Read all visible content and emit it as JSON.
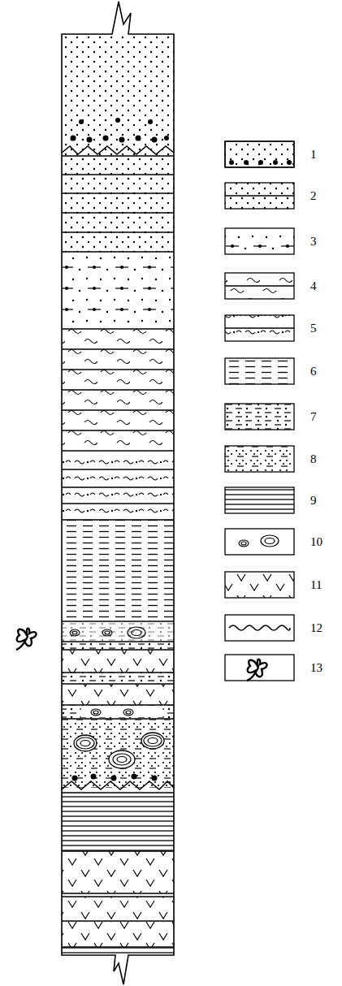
{
  "diagram": {
    "legend": [
      {
        "text": "1"
      },
      {
        "text": "2"
      },
      {
        "text": "3"
      },
      {
        "text": "4"
      },
      {
        "text": "5"
      },
      {
        "text": "6"
      },
      {
        "text": "7"
      },
      {
        "text": "8"
      },
      {
        "text": "9"
      },
      {
        "text": "10"
      },
      {
        "text": "11"
      },
      {
        "text": "12"
      },
      {
        "text": "13"
      }
    ]
  }
}
